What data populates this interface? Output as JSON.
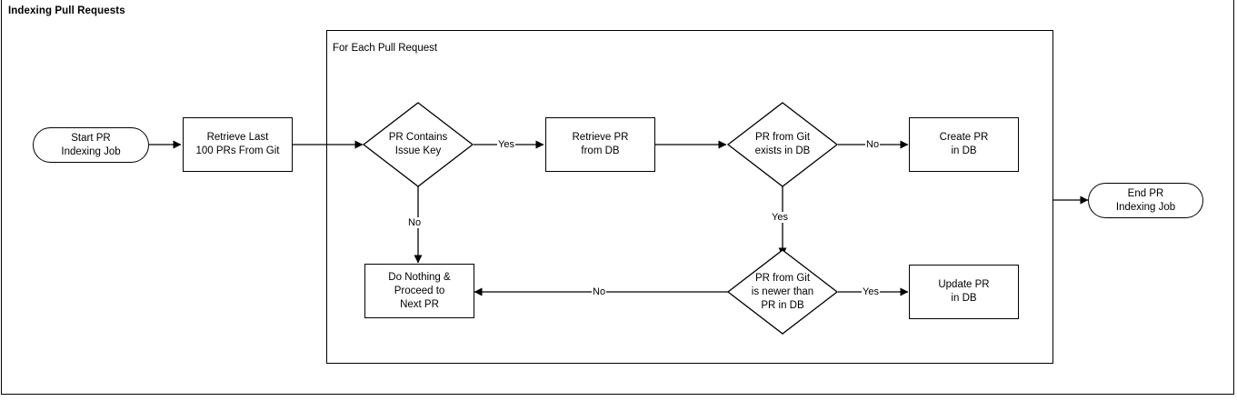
{
  "diagram": {
    "title": "Indexing Pull Requests",
    "frame_label": "For Each Pull Request",
    "type": "flowchart",
    "colors": {
      "background": "#ffffff",
      "stroke": "#000000",
      "text": "#000000"
    }
  },
  "nodes": {
    "start": {
      "label": "Start PR\nIndexing Job",
      "shape": "pill"
    },
    "retrieve_prs": {
      "label": "Retrieve Last\n100 PRs From Git",
      "shape": "rect"
    },
    "contains_issue_key": {
      "label": "PR Contains\nIssue Key",
      "shape": "diamond"
    },
    "retrieve_pr_db": {
      "label": "Retrieve PR\nfrom DB",
      "shape": "rect"
    },
    "exists_in_db": {
      "label": "PR from Git\nexists in DB",
      "shape": "diamond"
    },
    "create_pr": {
      "label": "Create PR\nin DB",
      "shape": "rect"
    },
    "do_nothing": {
      "label": "Do Nothing &\nProceed to\nNext PR",
      "shape": "rect"
    },
    "is_newer": {
      "label": "PR from Git\nis newer than\nPR in DB",
      "shape": "diamond"
    },
    "update_pr": {
      "label": "Update PR\nin DB",
      "shape": "rect"
    },
    "end": {
      "label": "End PR\nIndexing Job",
      "shape": "pill"
    }
  },
  "edge_labels": {
    "contains_issue_key_yes": "Yes",
    "contains_issue_key_no": "No",
    "exists_in_db_no": "No",
    "exists_in_db_yes": "Yes",
    "is_newer_yes": "Yes",
    "is_newer_no": "No"
  }
}
